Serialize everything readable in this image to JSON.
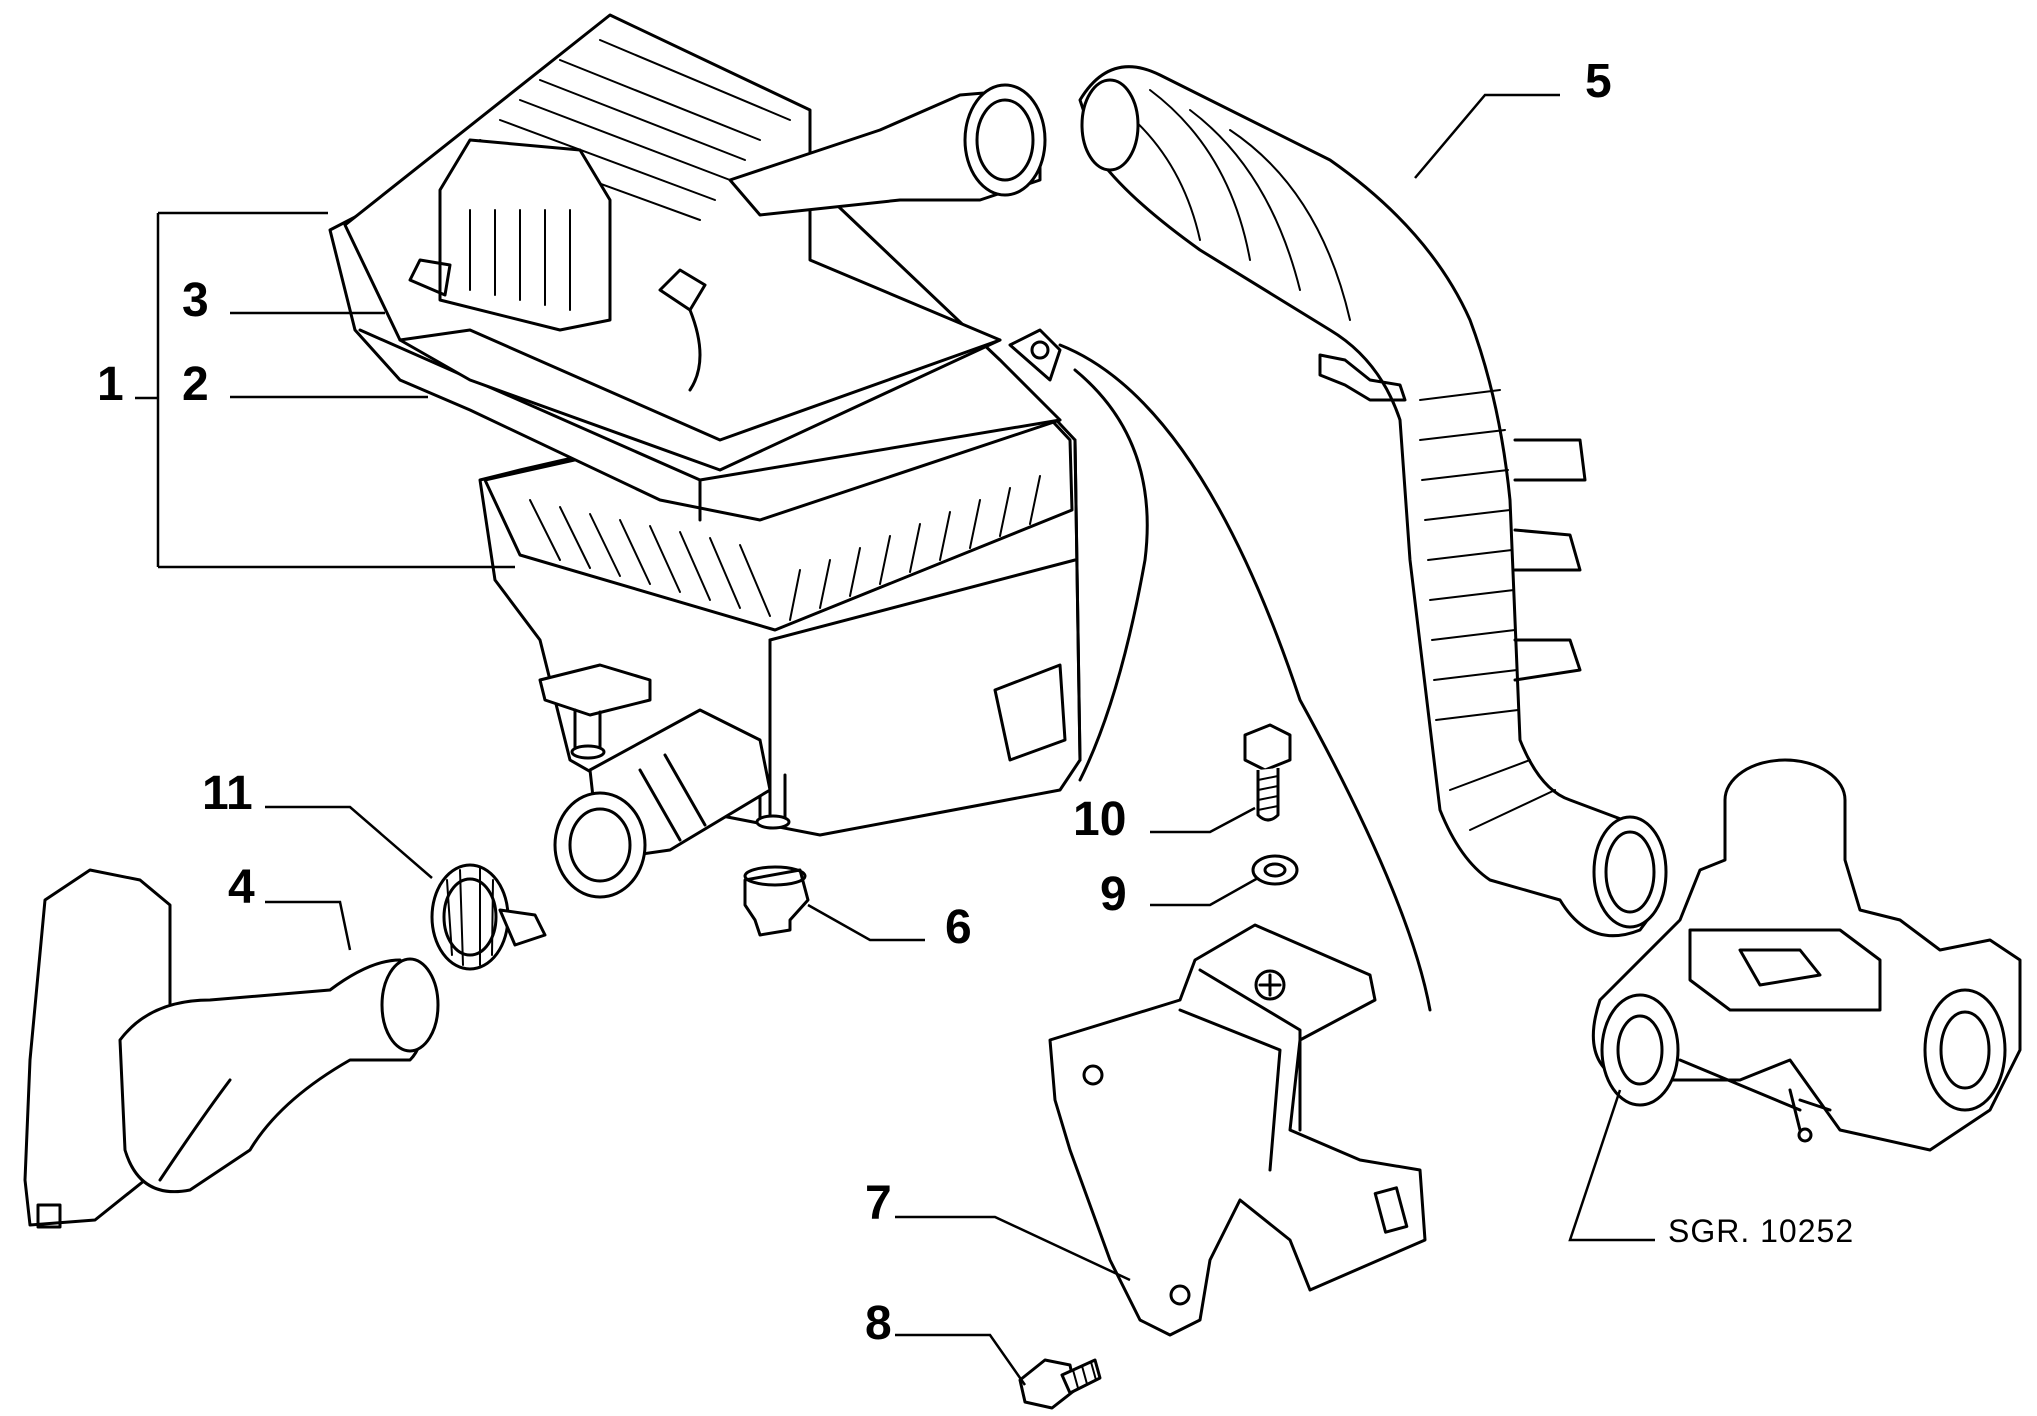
{
  "callouts": {
    "c1": "1",
    "c2": "2",
    "c3": "3",
    "c4": "4",
    "c5": "5",
    "c6": "6",
    "c7": "7",
    "c8": "8",
    "c9": "9",
    "c10": "10",
    "c11": "11"
  },
  "reference": "SGR. 10252"
}
